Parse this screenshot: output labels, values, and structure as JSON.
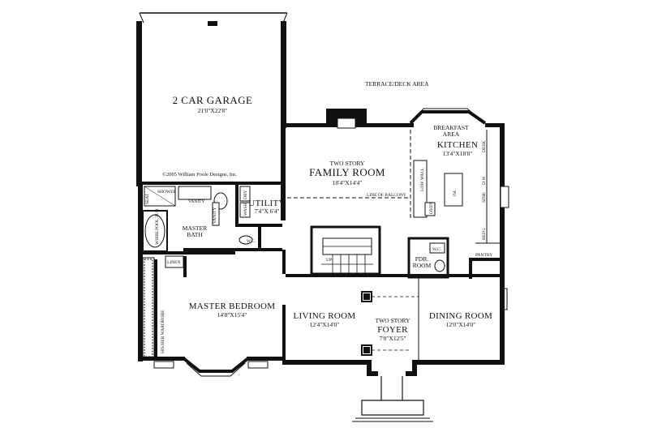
{
  "plan": {
    "copyright": "©2005 William Poole Designs, Inc.",
    "outdoor_label": "TERRACE/DECK AREA",
    "rooms": {
      "garage": {
        "name": "2 CAR GARAGE",
        "dim": "21'0\"X22'8\""
      },
      "family": {
        "line1": "TWO STORY",
        "line2": "FAMILY ROOM",
        "dim": "18'4\"X14'4\""
      },
      "breakfast": {
        "line1": "BREAKFAST",
        "line2": "AREA"
      },
      "kitchen": {
        "name": "KITCHEN",
        "dim": "13'4\"X18'8\""
      },
      "utility": {
        "name": "UTILITY",
        "dim": "7'4\"X 6'4\""
      },
      "master_bath": {
        "line1": "MASTER",
        "line2": "BATH"
      },
      "master_bedroom": {
        "name": "MASTER BEDROOM",
        "dim": "14'8\"X15'4\""
      },
      "living": {
        "name": "LIVING ROOM",
        "dim": "12'4\"X14'0\""
      },
      "foyer": {
        "line1": "TWO STORY",
        "line2": "FOYER",
        "dim": "7'0\"X12'5\""
      },
      "dining": {
        "name": "DINING ROOM",
        "dim": "12'0\"X14'0\""
      },
      "powder": {
        "line1": "PDR.",
        "line2": "ROOM"
      },
      "wardrobe": {
        "name": "HIS/HER WARDROBE"
      }
    },
    "fixtures": {
      "seat": "SEAT",
      "shower": "SHOWER",
      "vanity_h": "VANITY",
      "vanity_v": "VANITY",
      "whirlpool": "WHIRLPOOL TUB",
      "dry": "DRY",
      "wash": "WASH",
      "wc_bath": "W.C.",
      "wc_pdr": "W.C.",
      "linen": "LINEN",
      "up": "UP",
      "low_wall": "LOW WALL",
      "line_of_balcony": "LINE OF BALCONY",
      "oven": "OVEN",
      "isl": "ISL",
      "desk": "DESK",
      "dw": "D.W.",
      "sink": "SINK",
      "refg": "REFG.",
      "pantry": "PANTRY"
    }
  },
  "colors": {
    "ink": "#111111",
    "paper": "#ffffff"
  }
}
